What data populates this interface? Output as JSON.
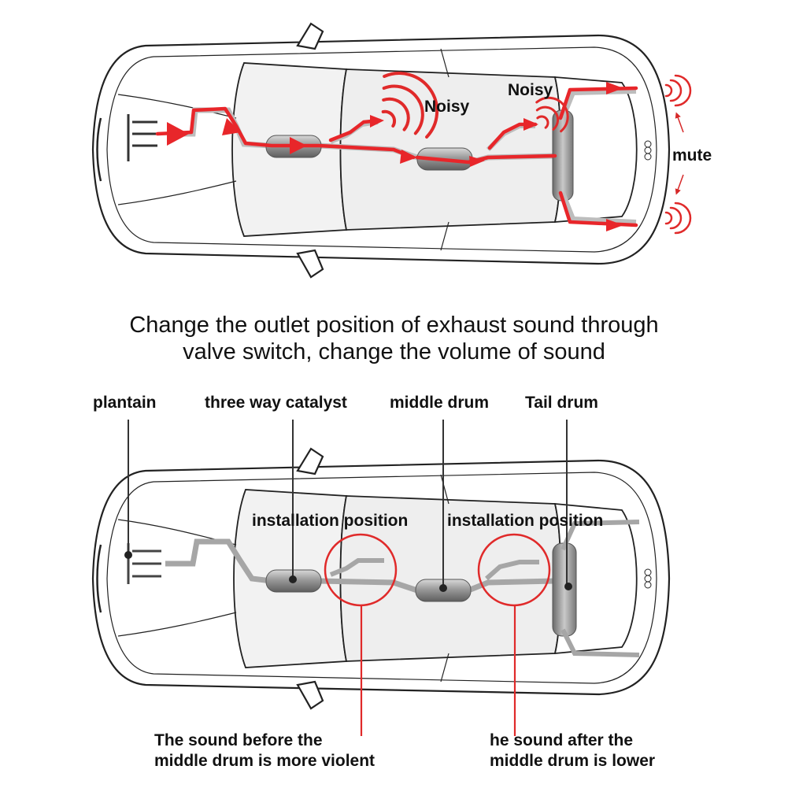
{
  "top_diagram": {
    "noisy_label_1": "Noisy",
    "noisy_label_2": "Noisy",
    "mute_label": "mute"
  },
  "caption": {
    "line1": "Change the outlet position of exhaust sound through",
    "line2": "valve switch, change the volume of sound"
  },
  "bottom_diagram": {
    "labels": {
      "plantain": "plantain",
      "catalyst": "three way catalyst",
      "middle_drum": "middle drum",
      "tail_drum": "Tail drum",
      "install_1": "installation position",
      "install_2": "installation position"
    },
    "notes": {
      "before_line1": "The sound before the",
      "before_line2": "middle drum is more violent",
      "after_line1": "he sound after the",
      "after_line2": "middle drum is lower"
    }
  },
  "colors": {
    "flow_red": "#e8262a",
    "wave_red": "#e02a2a",
    "car_outline": "#222222",
    "muffler": "#8c8c8c"
  }
}
